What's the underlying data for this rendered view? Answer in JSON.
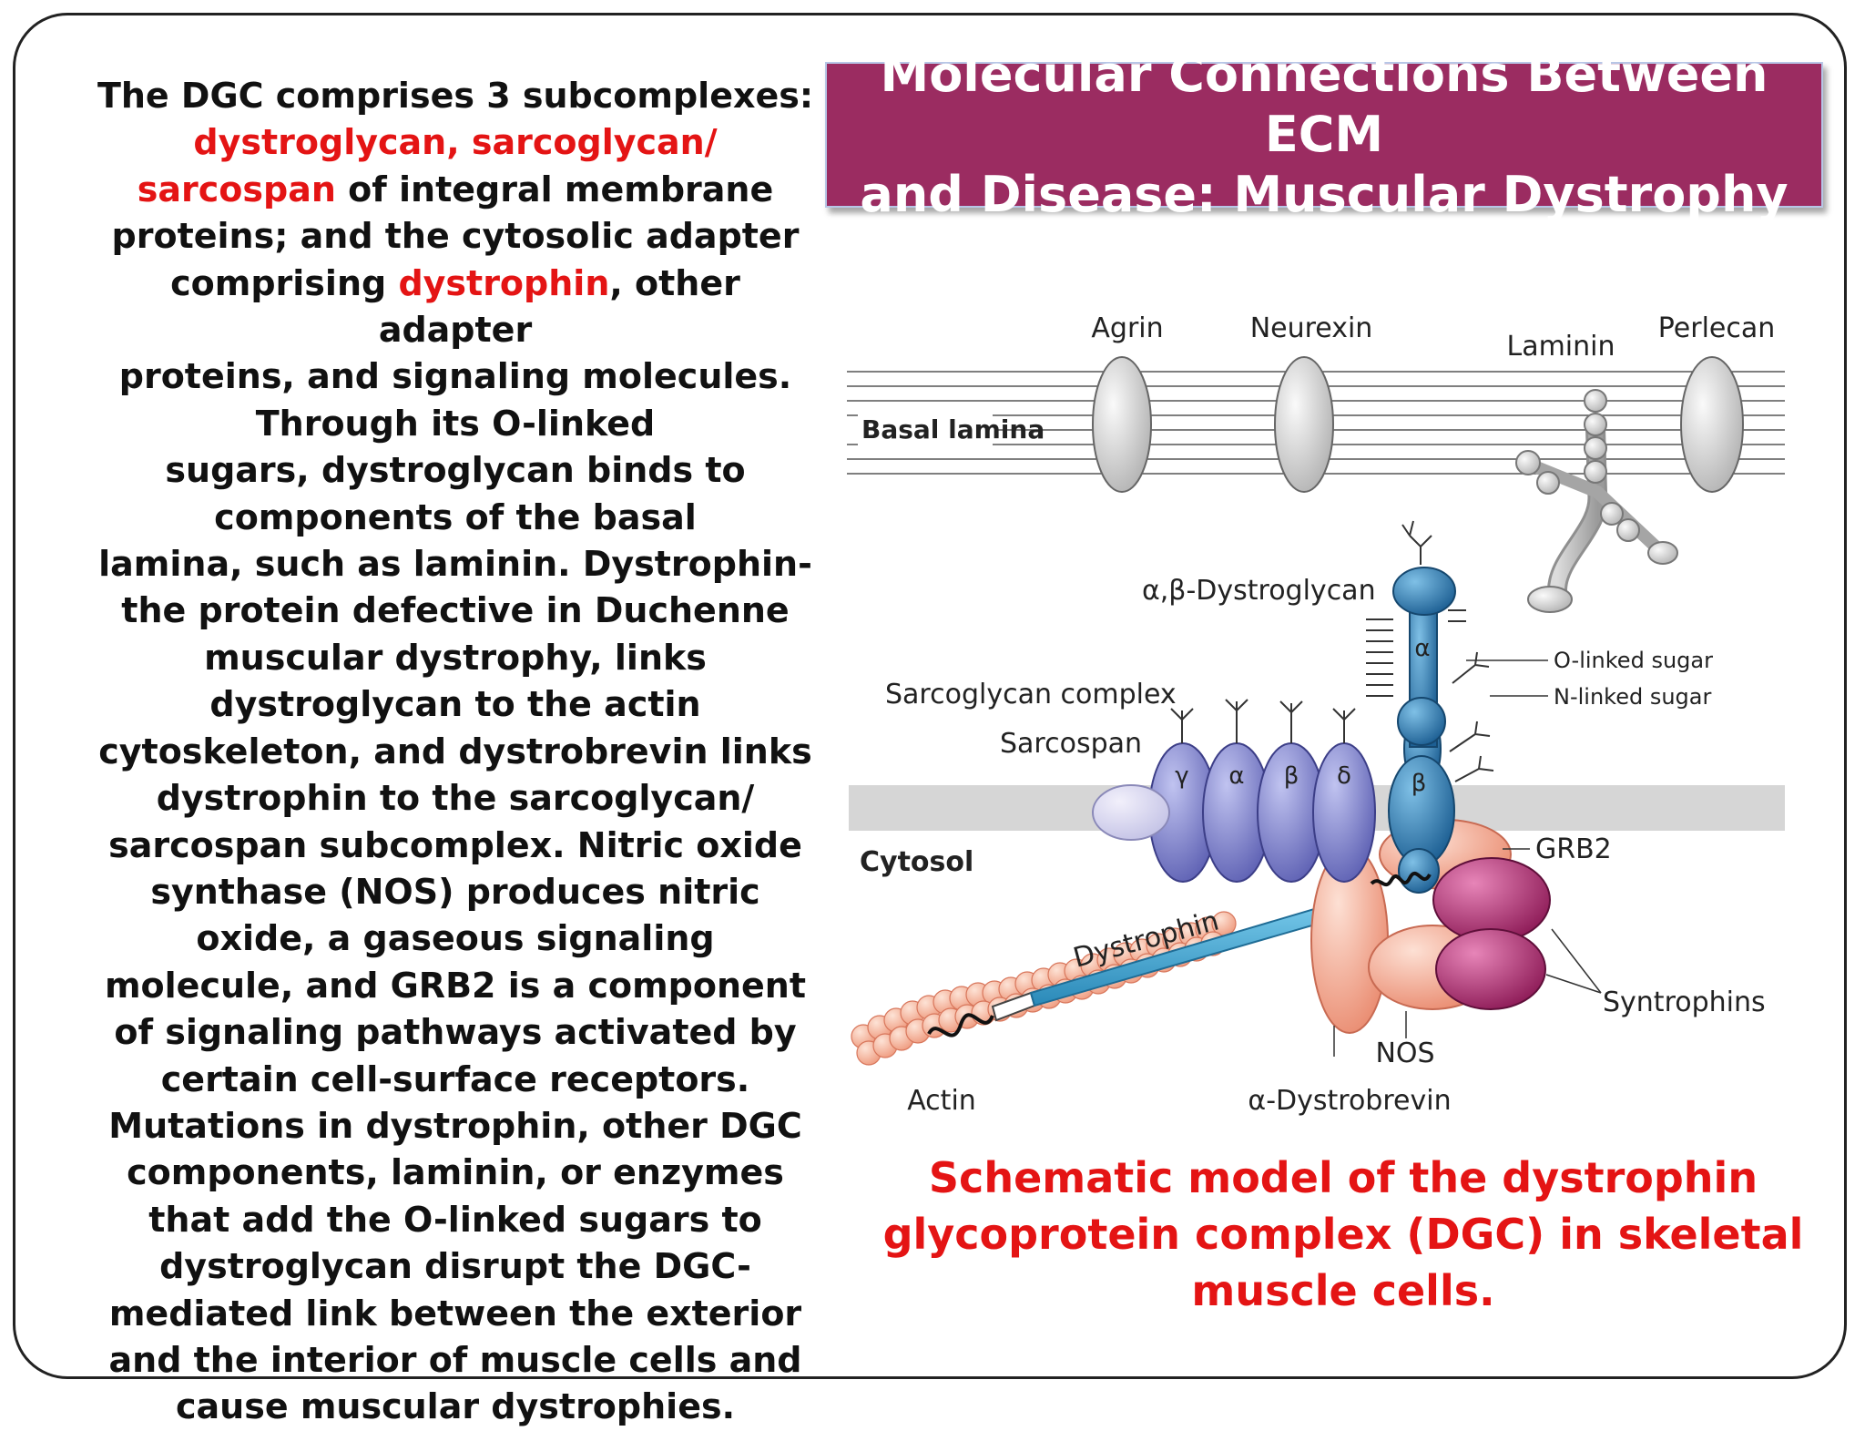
{
  "title": {
    "line1": "Molecular Connections Between ECM",
    "line2": "and Disease: Muscular Dystrophy"
  },
  "body": {
    "l1": "The DGC comprises 3 subcomplexes:",
    "l2_red": "dystroglycan,  sarcoglycan/",
    "l3_red": "sarcospan",
    "l3_rest": " of integral membrane",
    "l4": "proteins; and the cytosolic adapter",
    "l5_pre": "comprising ",
    "l5_red": "dystrophin",
    "l5_post": ", other adapter",
    "l6": "proteins, and signaling molecules.",
    "l7": "Through its O-linked",
    "l8": "sugars, dystroglycan binds to",
    "l9": "components of the basal",
    "l10": "lamina, such as laminin. Dystrophin-",
    "l11": "the protein defective in Duchenne",
    "l12": "muscular dystrophy, links",
    "l13": "dystroglycan to the actin",
    "l14": "cytoskeleton, and dystrobrevin links",
    "l15": "dystrophin to the  sarcoglycan/",
    "l16": "sarcospan subcomplex. Nitric oxide",
    "l17": "synthase (NOS) produces nitric",
    "l18": "oxide, a gaseous signaling",
    "l19": "molecule, and GRB2 is a component",
    "l20": "of signaling pathways activated by",
    "l21": "certain cell-surface receptors.",
    "l22": "Mutations in dystrophin, other DGC",
    "l23": "components, laminin, or enzymes",
    "l24": "that add the O-linked sugars to",
    "l25": "dystroglycan disrupt the DGC-",
    "l26": "mediated link between the exterior",
    "l27": "and the interior of muscle cells and",
    "l28": "cause muscular dystrophies."
  },
  "diagram": {
    "labels": {
      "agrin": "Agrin",
      "neurexin": "Neurexin",
      "laminin": "Laminin",
      "perlecan": "Perlecan",
      "basal_lamina": "Basal lamina",
      "dystroglycan": "α,β-Dystroglycan",
      "o_linked": "O-linked sugar",
      "n_linked": "N-linked sugar",
      "sarcoglycan_complex": "Sarcoglycan complex",
      "sarcospan": "Sarcospan",
      "cytosol": "Cytosol",
      "grb2": "GRB2",
      "dystrophin": "Dystrophin",
      "syntrophins": "Syntrophins",
      "nos": "NOS",
      "actin": "Actin",
      "dystrobrevin": "α-Dystrobrevin",
      "alpha": "α",
      "beta": "β",
      "sg_gamma": "γ",
      "sg_alpha": "α",
      "sg_beta": "β",
      "sg_delta": "δ"
    }
  },
  "caption": {
    "line1": "Schematic model of the dystrophin",
    "line2": "glycoprotein complex (DGC) in skeletal",
    "line3": "muscle cells."
  },
  "colors": {
    "title_bg": "#9b2c61",
    "highlight_red": "#e41414",
    "dystroglycan_blue": "#2a79b0",
    "sarcoglycan_purple": "#7e80c9",
    "nos_salmon": "#f0a08a",
    "syntrophin_magenta": "#a8286c"
  }
}
